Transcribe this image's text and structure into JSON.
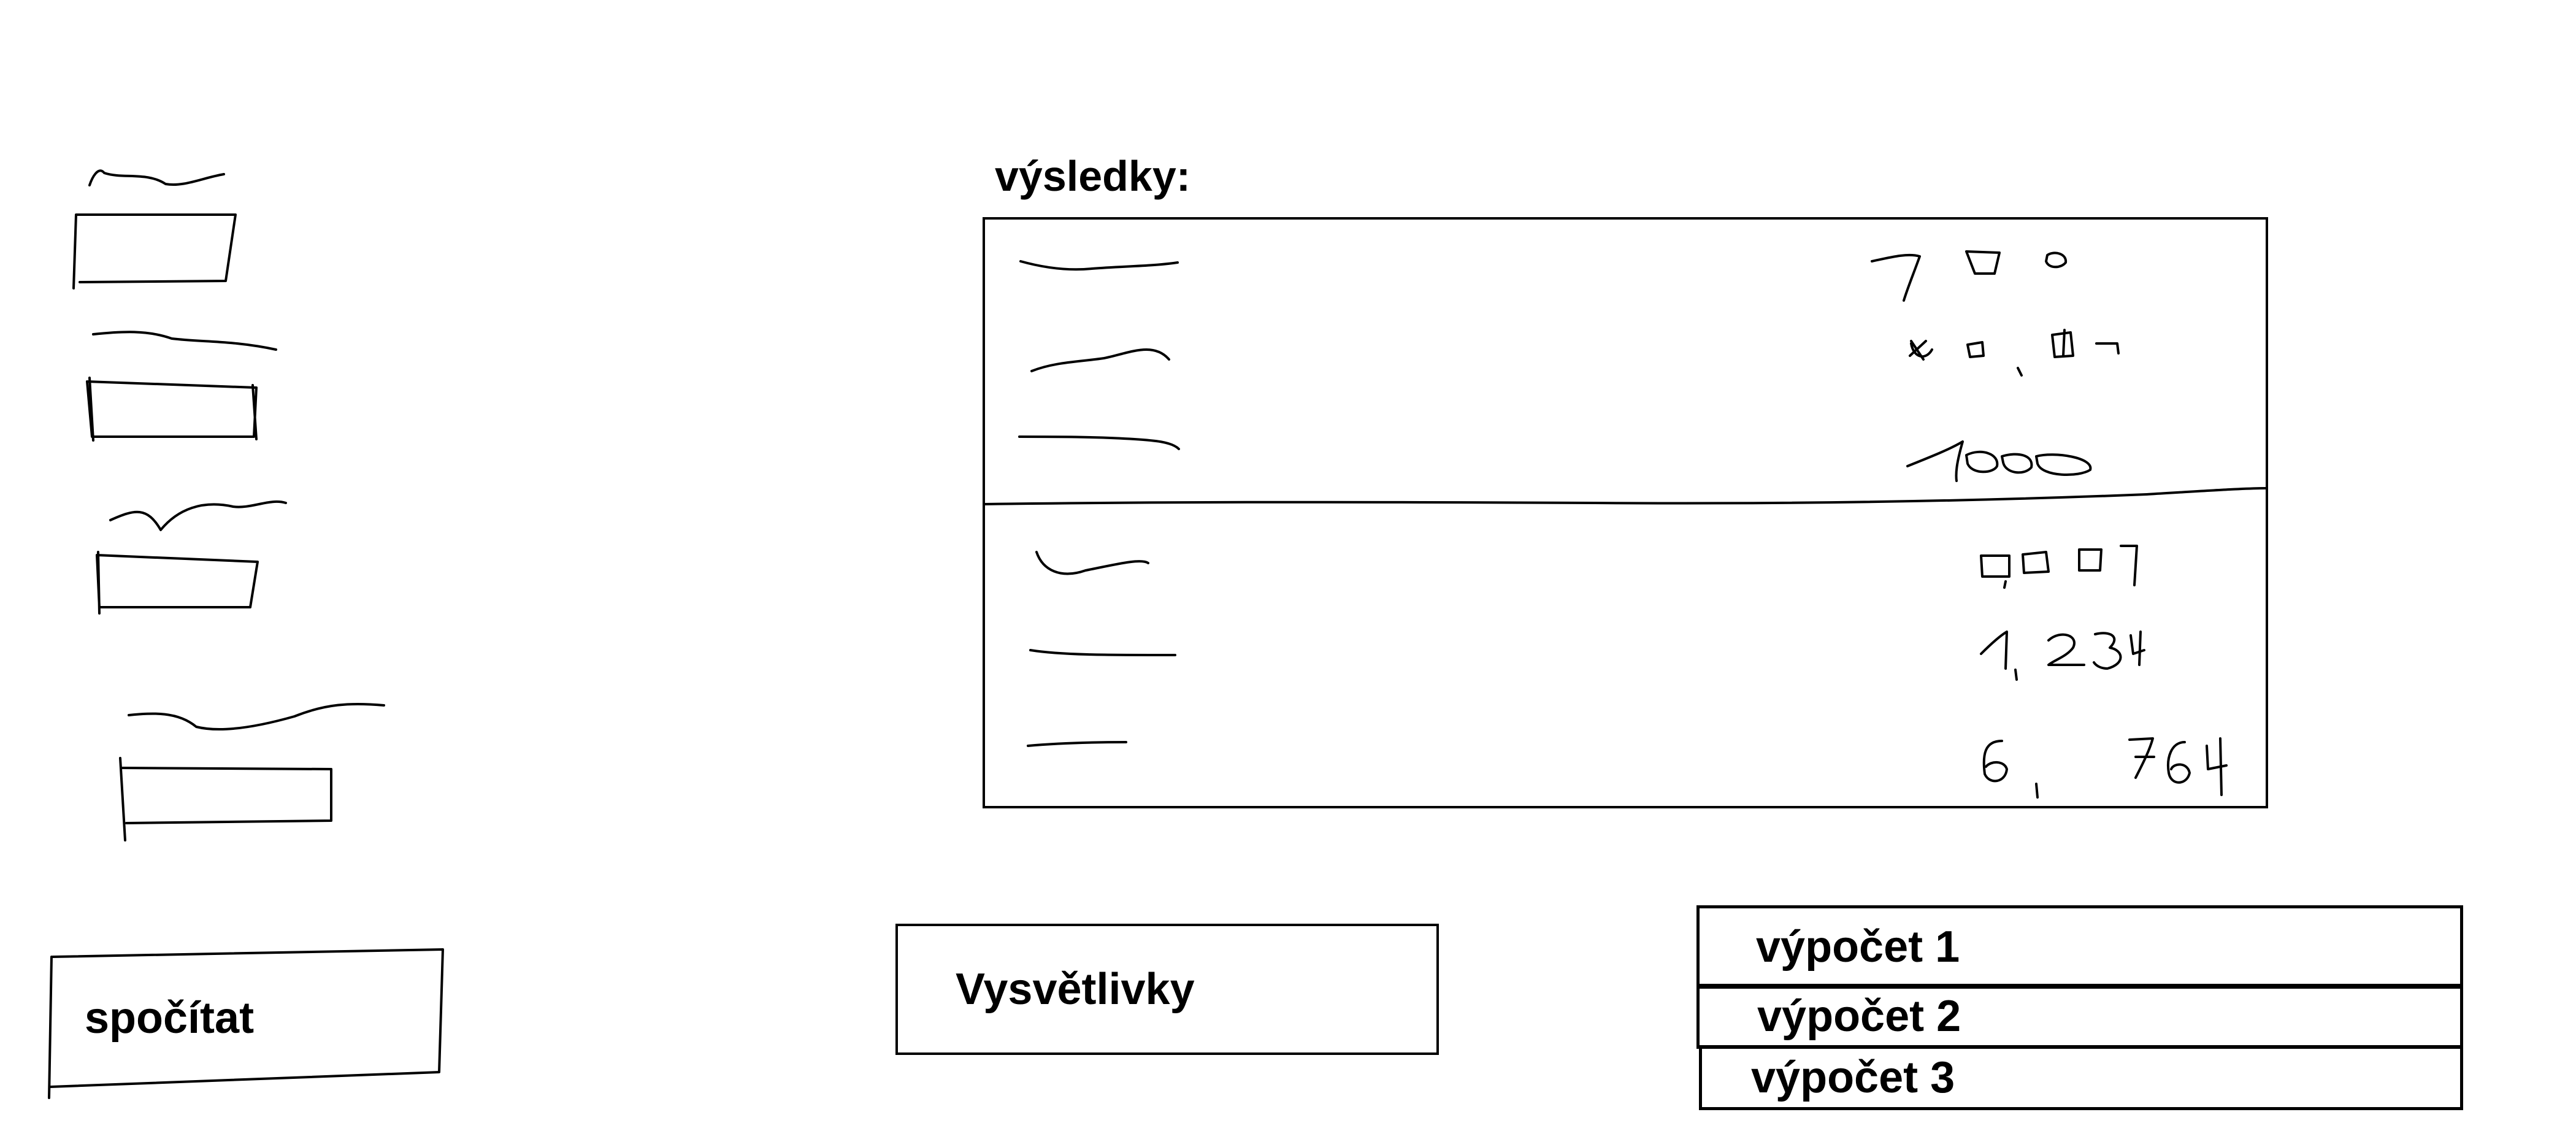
{
  "results": {
    "heading": "výsledky:"
  },
  "form": {
    "inputs": [
      {
        "name": "input-1"
      },
      {
        "name": "input-2"
      },
      {
        "name": "input-3"
      },
      {
        "name": "input-4"
      }
    ],
    "calculate_label": "spočítat"
  },
  "legend_button_label": "Vysvětlivky",
  "calculations": [
    {
      "label": "výpočet 1"
    },
    {
      "label": "výpočet 2"
    },
    {
      "label": "výpočet 3"
    }
  ]
}
